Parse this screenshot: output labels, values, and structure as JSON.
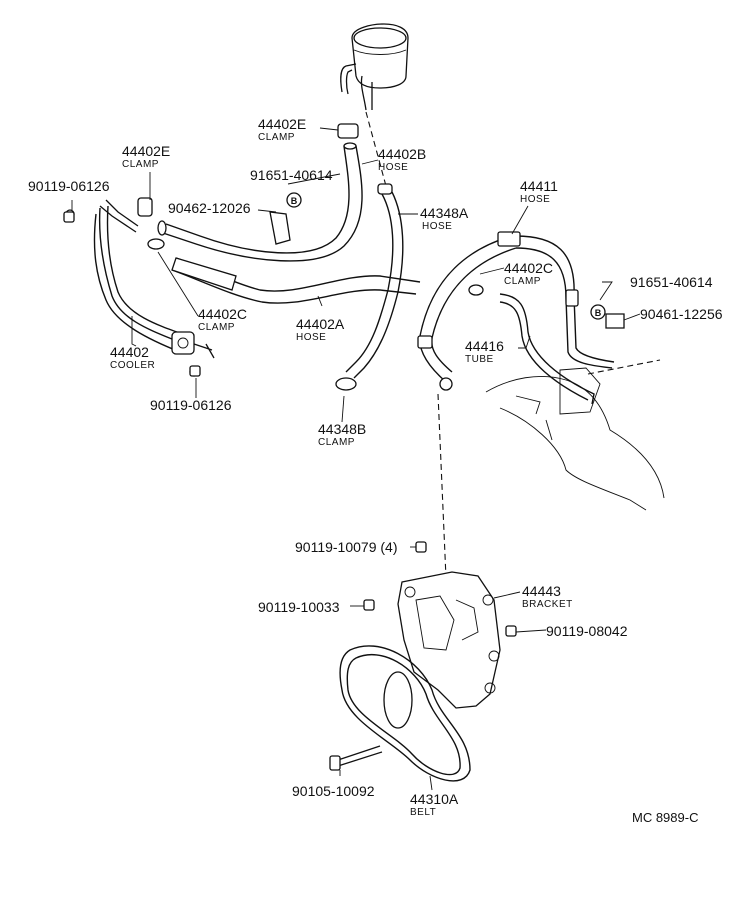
{
  "parts": [
    {
      "num": "44402E",
      "cap": "CLAMP"
    },
    {
      "num": "44402B",
      "cap": "HOSE"
    },
    {
      "num": "91651-40614"
    },
    {
      "num": "44402E",
      "cap": "CLAMP"
    },
    {
      "num": "90119-06126"
    },
    {
      "num": "90462-12026"
    },
    {
      "num": "44348A",
      "cap": "HOSE"
    },
    {
      "num": "44411",
      "cap": "HOSE"
    },
    {
      "num": "44402C",
      "cap": "CLAMP"
    },
    {
      "num": "91651-40614"
    },
    {
      "num": "90461-12256"
    },
    {
      "num": "44402C",
      "cap": "CLAMP"
    },
    {
      "num": "44402A",
      "cap": "HOSE"
    },
    {
      "num": "44416",
      "cap": "TUBE"
    },
    {
      "num": "44402",
      "cap": "COOLER"
    },
    {
      "num": "90119-06126"
    },
    {
      "num": "44348B",
      "cap": "CLAMP"
    },
    {
      "num": "90119-10079 (4)"
    },
    {
      "num": "44443",
      "cap": "BRACKET"
    },
    {
      "num": "90119-10033"
    },
    {
      "num": "90119-08042"
    },
    {
      "num": "90105-10092"
    },
    {
      "num": "44310A",
      "cap": "BELT"
    }
  ],
  "markers": [
    "B",
    "B"
  ],
  "diagram_code": "MC  8989-C"
}
